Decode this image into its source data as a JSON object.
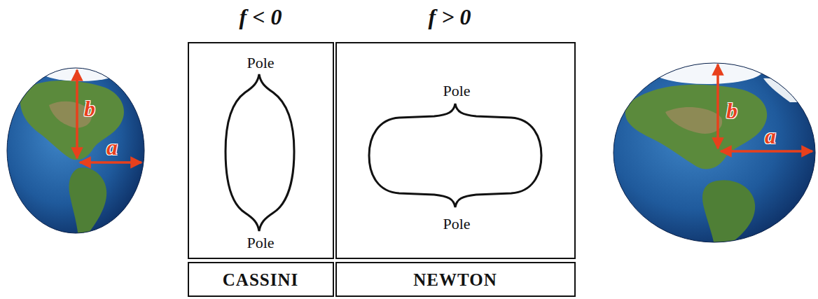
{
  "diagram": {
    "nodes": [
      {
        "text": [
          "f < 0",
          "Pole",
          "Pole"
        ]
      },
      {
        "text": [
          "f > 0",
          "Pole",
          "Pole"
        ]
      },
      {
        "text": [
          "CASSINI"
        ]
      },
      {
        "text": [
          "NEWTON"
        ]
      }
    ],
    "labels": [
      "b",
      "a",
      "b",
      "a"
    ]
  }
}
